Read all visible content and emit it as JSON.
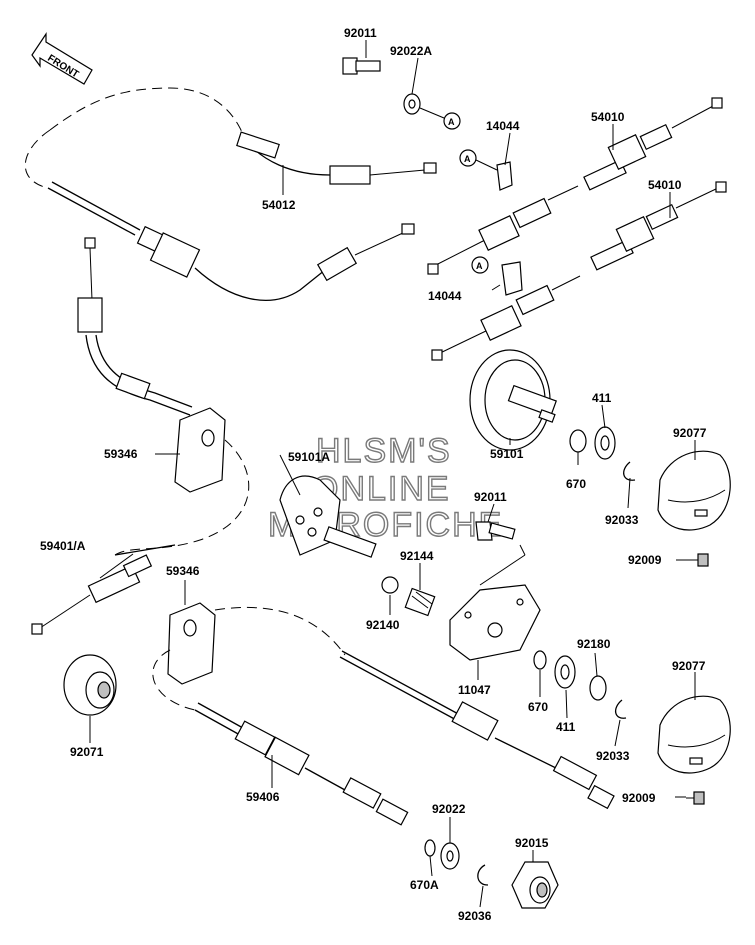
{
  "front_arrow": {
    "label": "FRONT"
  },
  "watermark": {
    "lines": [
      "HLSM'S",
      "ONLINE",
      "MICROFICHE"
    ]
  },
  "callout_letter": "A",
  "parts": [
    {
      "id": "p92011a",
      "label": "92011"
    },
    {
      "id": "p92022A",
      "label": "92022A"
    },
    {
      "id": "p14044a",
      "label": "14044"
    },
    {
      "id": "p54010a",
      "label": "54010"
    },
    {
      "id": "p54012",
      "label": "54012"
    },
    {
      "id": "p54010b",
      "label": "54010"
    },
    {
      "id": "p14044b",
      "label": "14044"
    },
    {
      "id": "p411a",
      "label": "411"
    },
    {
      "id": "p92077a",
      "label": "92077"
    },
    {
      "id": "p59346a",
      "label": "59346"
    },
    {
      "id": "p59101A",
      "label": "59101A"
    },
    {
      "id": "p59101",
      "label": "59101"
    },
    {
      "id": "p670a",
      "label": "670"
    },
    {
      "id": "p92011b",
      "label": "92011"
    },
    {
      "id": "p92033a",
      "label": "92033"
    },
    {
      "id": "p59401A",
      "label": "59401/A"
    },
    {
      "id": "p92009a",
      "label": "92009"
    },
    {
      "id": "p59346b",
      "label": "59346"
    },
    {
      "id": "p92144",
      "label": "92144"
    },
    {
      "id": "p92140",
      "label": "92140"
    },
    {
      "id": "p92180",
      "label": "92180"
    },
    {
      "id": "p92077b",
      "label": "92077"
    },
    {
      "id": "p11047",
      "label": "11047"
    },
    {
      "id": "p670b",
      "label": "670"
    },
    {
      "id": "p411b",
      "label": "411"
    },
    {
      "id": "p92071",
      "label": "92071"
    },
    {
      "id": "p92033b",
      "label": "92033"
    },
    {
      "id": "p59406",
      "label": "59406"
    },
    {
      "id": "p92009b",
      "label": "92009"
    },
    {
      "id": "p92022",
      "label": "92022"
    },
    {
      "id": "p92015",
      "label": "92015"
    },
    {
      "id": "p670A",
      "label": "670A"
    },
    {
      "id": "p92036",
      "label": "92036"
    }
  ]
}
